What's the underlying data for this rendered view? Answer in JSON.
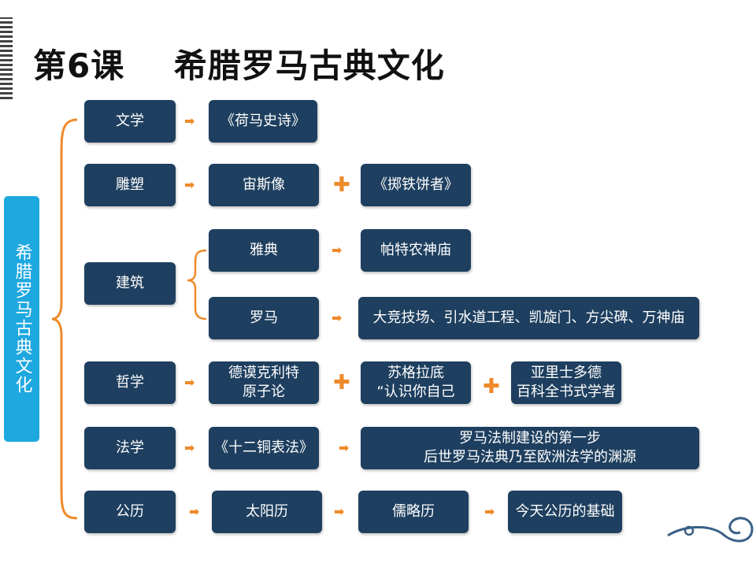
{
  "title": "第6课    希腊罗马古典文化",
  "side_label": "希腊罗马古典文化",
  "rows": {
    "literature": {
      "category": "文学",
      "item1": "《荷马史诗》"
    },
    "sculpture": {
      "category": "雕塑",
      "item1": "宙斯像",
      "item2": "《掷铁饼者》"
    },
    "architecture": {
      "category": "建筑",
      "athens": {
        "label": "雅典",
        "item": "帕特农神庙"
      },
      "rome": {
        "label": "罗马",
        "item": "大竞技场、引水道工程、凯旋门、方尖碑、万神庙"
      }
    },
    "philosophy": {
      "category": "哲学",
      "item1": "德谟克利特\n原子论",
      "item2": "苏格拉底\n“认识你自己",
      "item3": "亚里士多德\n百科全书式学者"
    },
    "law": {
      "category": "法学",
      "item1": "《十二铜表法》",
      "item2": "罗马法制建设的第一步\n后世罗马法典乃至欧洲法学的渊源"
    },
    "calendar": {
      "category": "公历",
      "item1": "太阳历",
      "item2": "儒略历",
      "item3": "今天公历的基础"
    }
  },
  "symbols": {
    "arrow": "➡",
    "plus": "✚"
  },
  "colors": {
    "box": "#1e3f5f",
    "side": "#1ea8e0",
    "accent": "#ee8a2a"
  }
}
